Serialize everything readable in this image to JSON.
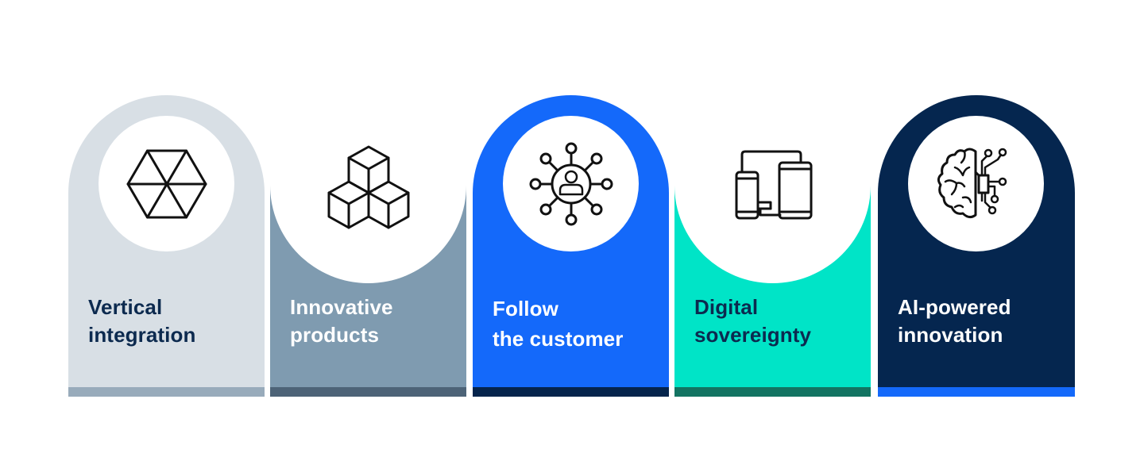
{
  "diagram": {
    "title": "",
    "cards": [
      {
        "id": "vertical-integration",
        "shape": "arch",
        "icon": "hexagon-icon",
        "label_lines": [
          "Vertical",
          "integration"
        ],
        "colors": {
          "background": "#d8dfe5",
          "bar": "#98abbb",
          "text": "#0c2a4f"
        }
      },
      {
        "id": "innovative-products",
        "shape": "bowl",
        "icon": "cubes-icon",
        "label_lines": [
          "Innovative",
          "products"
        ],
        "colors": {
          "background": "#7f9bb0",
          "bar": "#4d6377",
          "text": "#ffffff"
        }
      },
      {
        "id": "follow-the-customer",
        "shape": "arch",
        "icon": "customer-network-icon",
        "label_lines": [
          "Follow",
          "the customer"
        ],
        "colors": {
          "background": "#1469fa",
          "bar": "#05244c",
          "text": "#ffffff"
        }
      },
      {
        "id": "digital-sovereignty",
        "shape": "bowl",
        "icon": "devices-icon",
        "label_lines": [
          "Digital",
          "sovereignty"
        ],
        "colors": {
          "background": "#00e4c7",
          "bar": "#137462",
          "text": "#0c2a4f"
        }
      },
      {
        "id": "ai-powered-innovation",
        "shape": "arch",
        "icon": "ai-brain-icon",
        "label_lines": [
          "AI-powered",
          "innovation"
        ],
        "colors": {
          "background": "#05264f",
          "bar": "#1469fa",
          "text": "#ffffff"
        }
      }
    ]
  }
}
